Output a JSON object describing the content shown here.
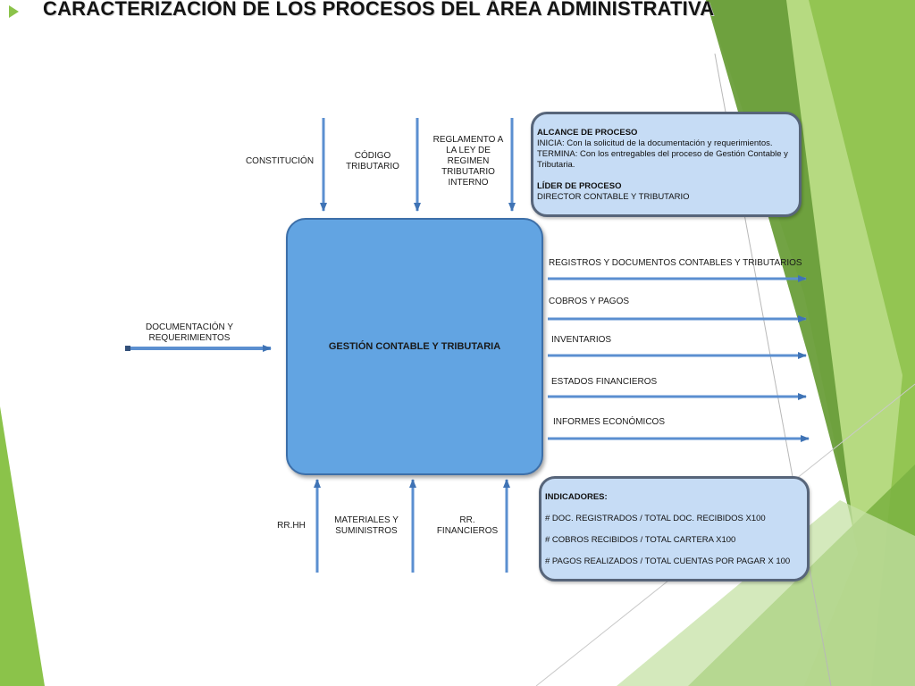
{
  "title": "CARACTERIZACIÓN DE LOS PROCESOS DEL ÁREA ADMINISTRATIVA",
  "process": "GESTIÓN CONTABLE Y TRIBUTARIA",
  "controls": {
    "constitucion": "CONSTITUCIÓN",
    "codigo": "CÓDIGO TRIBUTARIO",
    "reglamento": "REGLAMENTO A LA LEY DE REGIMEN TRIBUTARIO INTERNO"
  },
  "input": "DOCUMENTACIÓN Y REQUERIMIENTOS",
  "outputs": [
    "REGISTROS Y DOCUMENTOS CONTABLES Y TRIBUTARIOS",
    "COBROS Y PAGOS",
    "INVENTARIOS",
    "ESTADOS FINANCIEROS",
    "INFORMES ECONÓMICOS"
  ],
  "resources": {
    "rrhh": "RR.HH",
    "materiales": "MATERIALES Y SUMINISTROS",
    "financieros": "RR. FINANCIEROS"
  },
  "alcance": {
    "heading": "ALCANCE DE PROCESO",
    "inicia": "INICIA: Con la solicitud de la documentación y requerimientos.",
    "termina": "TERMINA: Con los entregables del proceso de Gestión Contable y Tributaria.",
    "lider_heading": "LÍDER DE PROCESO",
    "lider": "DIRECTOR CONTABLE Y TRIBUTARIO"
  },
  "indicadores": {
    "heading": "INDICADORES:",
    "items": [
      "# DOC. REGISTRADOS / TOTAL DOC. RECIBIDOS X100",
      "# COBROS RECIBIDOS / TOTAL CARTERA X100",
      "# PAGOS REALIZADOS / TOTAL CUENTAS POR PAGAR X 100"
    ]
  },
  "colors": {
    "accent_green": "#8bc34a",
    "process_fill": "#62a4e2",
    "info_fill": "#c6dcf5",
    "arrow_blue": "#5b8fd0"
  }
}
